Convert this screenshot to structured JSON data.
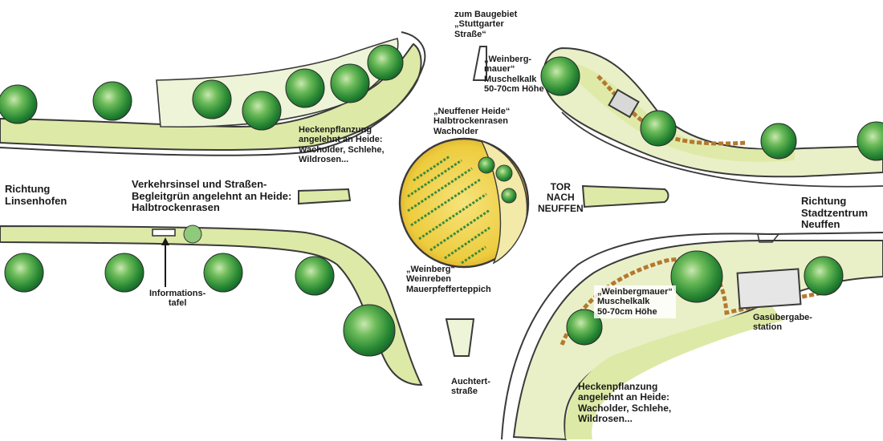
{
  "labels": {
    "richtung_linsenhofen": "Richtung\nLinsenhofen",
    "verkehrsinsel": "Verkehrsinsel und Straßen-\nBegleitgrün angelehnt an Heide:\nHalbtrockenrasen",
    "informationstafel": "Informations-\ntafel",
    "heckenpflanzung_top": "Heckenpflanzung\nangelehnt an Heide:\nWacholder, Schlehe,\nWildrosen...",
    "zum_baugebiet": "zum Baugebiet\n„Stuttgarter\nStraße“",
    "weinbergmauer_top": "„Weinberg-\nmauer“\nMuschelkalk\n50-70cm Höhe",
    "neuffener_heide": "„Neuffener Heide“\nHalbtrockenrasen\nWacholder",
    "tor_nach_neuffen": "TOR\nNACH\nNEUFFEN",
    "richtung_stadtzentrum": "Richtung\nStadtzentrum\nNeuffen",
    "weinberg": "„Weinberg“\nWeinreben\nMauerpfefferteppich",
    "weinbergmauer_bottom": "„Weinbergmauer“\nMuschelkalk\n50-70cm Höhe",
    "gasuebergabe": "Gasübergabe-\nstation",
    "auchtertstrasse": "Auchtert-\nstraße",
    "heckenpflanzung_bottom": "Heckenpflanzung\nangelehnt an Heide:\nWacholder, Schlehe,\nWildrosen..."
  },
  "colors": {
    "grass": "#dde9a6",
    "grass_dark": "#b9cf6a",
    "hedge": "#a9c98a",
    "tree_dark": "#1f7a2c",
    "tree_mid": "#4aa34a",
    "tree_light": "#a6d68c",
    "wall": "#b5782e",
    "vine_yellow": "#f1d54a",
    "road": "#ffffff",
    "line": "#3a3a3a"
  },
  "icons": [
    "tree-icon",
    "vine-row-icon",
    "arrow-icon",
    "building-icon"
  ]
}
